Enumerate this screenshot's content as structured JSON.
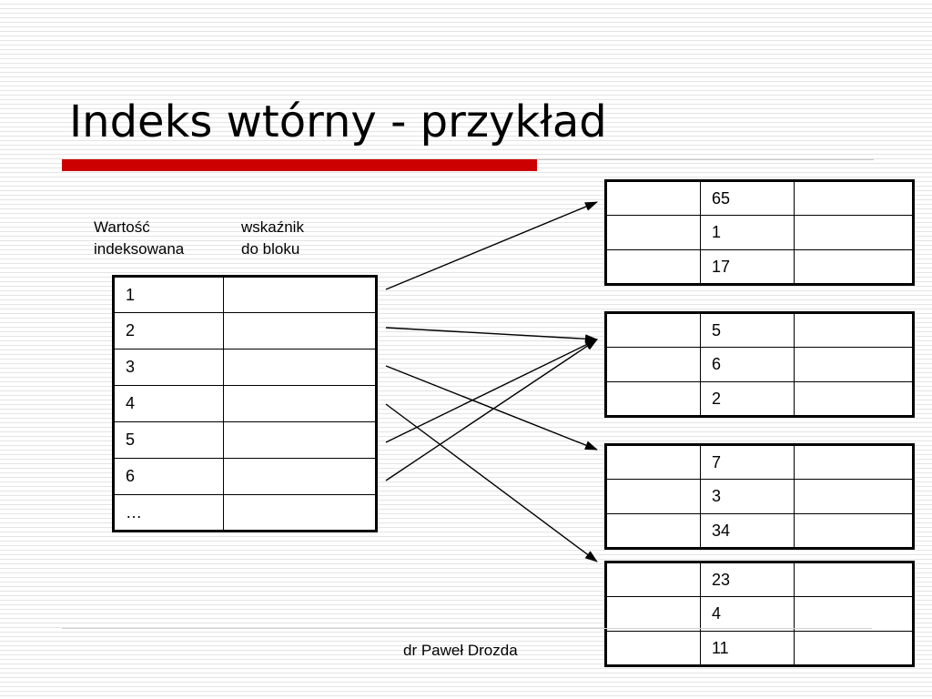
{
  "title": "Indeks wtórny - przykład",
  "header": {
    "value_line1": "Wartość",
    "value_line2": "indeksowana",
    "pointer_line1": "wskaźnik",
    "pointer_line2": "do bloku"
  },
  "index_rows": [
    "1",
    "2",
    "3",
    "4",
    "5",
    "6",
    "…"
  ],
  "blocks": [
    [
      "65",
      "1",
      "17"
    ],
    [
      "5",
      "6",
      "2"
    ],
    [
      "7",
      "3",
      "34"
    ],
    [
      "23",
      "4",
      "11"
    ]
  ],
  "arrows": [
    {
      "from_index_row": "1",
      "to_block": 1
    },
    {
      "from_index_row": "2",
      "to_block": 2
    },
    {
      "from_index_row": "3",
      "to_block": 3
    },
    {
      "from_index_row": "4",
      "to_block": 4
    },
    {
      "from_index_row": "5",
      "to_block": 2
    },
    {
      "from_index_row": "6",
      "to_block": 2
    }
  ],
  "footer": "dr Paweł Drozda"
}
